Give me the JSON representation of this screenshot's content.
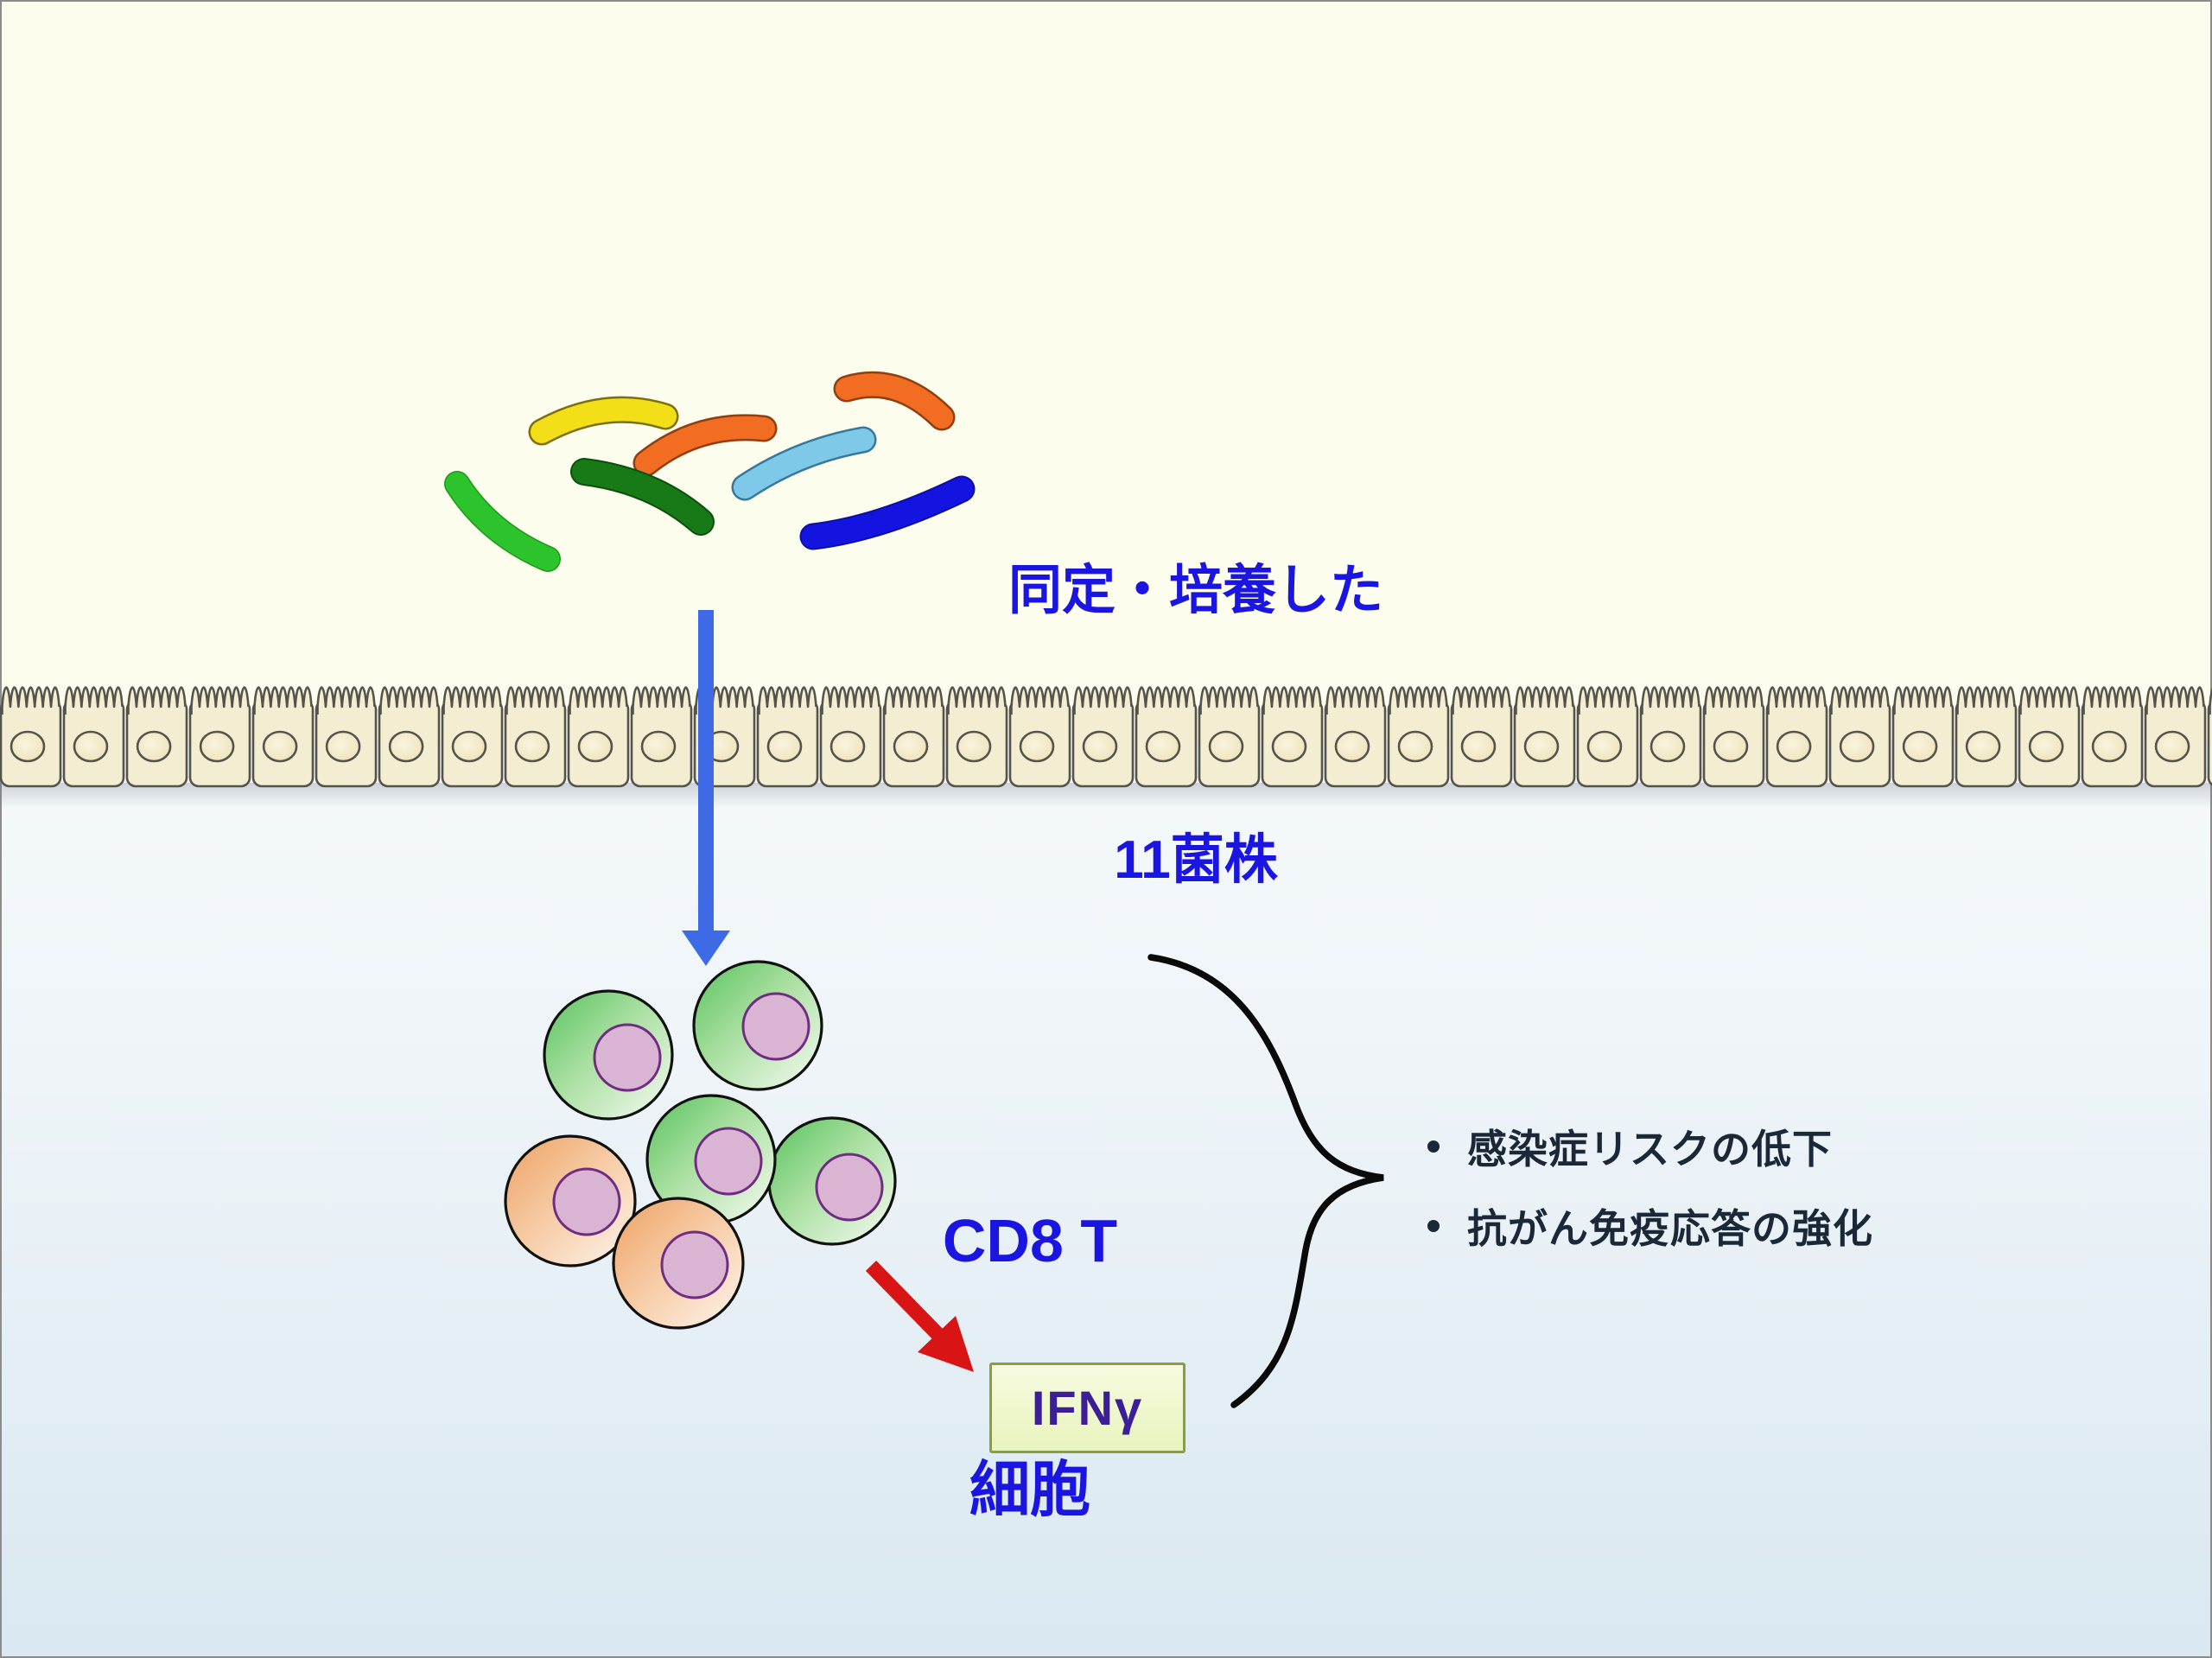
{
  "title": {
    "line1": "同定・培養した",
    "line2": "11菌株"
  },
  "cd8_label": {
    "line1": "CD8 T",
    "line2": "細胞"
  },
  "ifn_box": {
    "label": "IFNγ"
  },
  "outcomes": {
    "bullet": "•",
    "items": [
      "感染症リスクの低下",
      "抗がん免疫応答の強化"
    ]
  },
  "icons": {
    "bacteria": "bacteria-rod-icons",
    "epithelium": "intestinal-epithelium-cells",
    "t_cells": "cd8-t-cell-cluster",
    "down_arrow": "translocation-down-arrow",
    "red_arrow": "ifn-secretion-arrow",
    "brace": "curly-brace"
  },
  "colors": {
    "top_background": "#fdfdee",
    "bottom_background_top": "#f5f9fb",
    "bottom_background_mid": "#eef4f8",
    "bottom_background_bottom": "#d9e8f1",
    "frame_border": "#8c8c8c",
    "heading_text": "#1b15e2",
    "outcome_text": "#1b2838",
    "brace": "#0a0a0a",
    "down_arrow": "#3f6ae6",
    "red_arrow": "#d81414",
    "epithelium_fill": "#f3eed2",
    "epithelium_outline": "#55534b",
    "epithelium_nucleus_center": "#f9f4de",
    "epithelium_nucleus_edge": "#ece0b6",
    "tcell_outline": "#111111",
    "tcell_green": "#58c35e",
    "tcell_orange": "#eda164",
    "tcell_nucleus": "#dab4d3",
    "tcell_nucleus_outline": "#702c82",
    "ifn_fill_top": "#f7fbdf",
    "ifn_fill_bottom": "#e8f4bd",
    "ifn_border": "#8b9e3e",
    "ifn_text": "#3c1e96"
  },
  "bacteria": {
    "items": [
      {
        "name": "yellow-rod",
        "color": "#f2df17",
        "outline": "#7c6f10"
      },
      {
        "name": "orange-rod-left",
        "color": "#f26d21",
        "outline": "#8f3f12"
      },
      {
        "name": "orange-rod-right",
        "color": "#f26d21",
        "outline": "#8f3f12"
      },
      {
        "name": "sky-blue-rod",
        "color": "#7ec9e8",
        "outline": "#38789b"
      },
      {
        "name": "bright-green-rod",
        "color": "#2cc32c",
        "outline": "#1d9a1d"
      },
      {
        "name": "dark-green-rod",
        "color": "#177a17",
        "outline": "#0c4f0c"
      },
      {
        "name": "dark-blue-rod",
        "color": "#1414e0",
        "outline": "#0d0da8"
      }
    ]
  }
}
